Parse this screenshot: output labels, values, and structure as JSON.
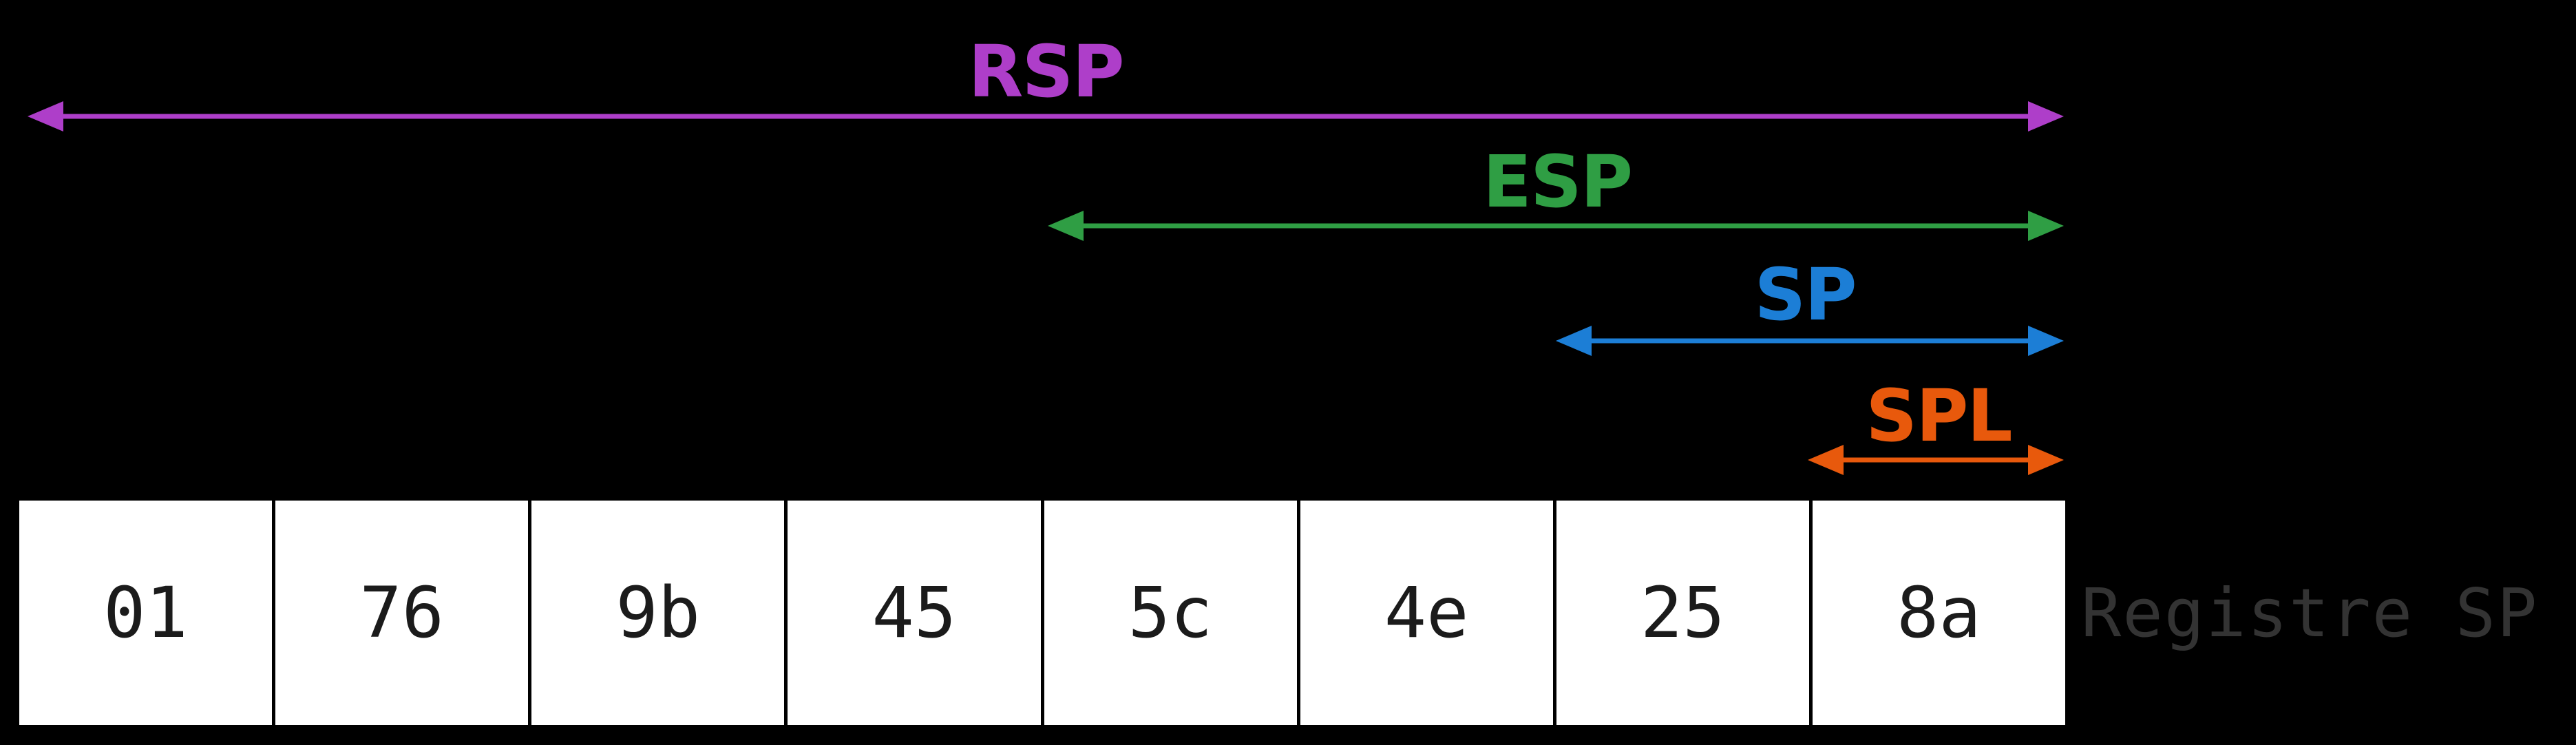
{
  "diagram": {
    "title_implied": "x86 stack-pointer register aliasing",
    "registers": [
      {
        "name": "RSP",
        "color": "#ae3ec9",
        "bytes_covered": 8
      },
      {
        "name": "ESP",
        "color": "#2f9e44",
        "bytes_covered": 4
      },
      {
        "name": "SP",
        "color": "#1c7ed6",
        "bytes_covered": 2
      },
      {
        "name": "SPL",
        "color": "#e8590c",
        "bytes_covered": 1
      }
    ],
    "memory": {
      "cells": [
        "01",
        "76",
        "9b",
        "45",
        "5c",
        "4e",
        "25",
        "8a"
      ],
      "caption": "Registre SP"
    },
    "colors": {
      "background": "#000000",
      "cell_background": "#ffffff",
      "cell_text": "#1b1b1b",
      "cell_border": "#000000",
      "caption_text": "#333333"
    }
  }
}
